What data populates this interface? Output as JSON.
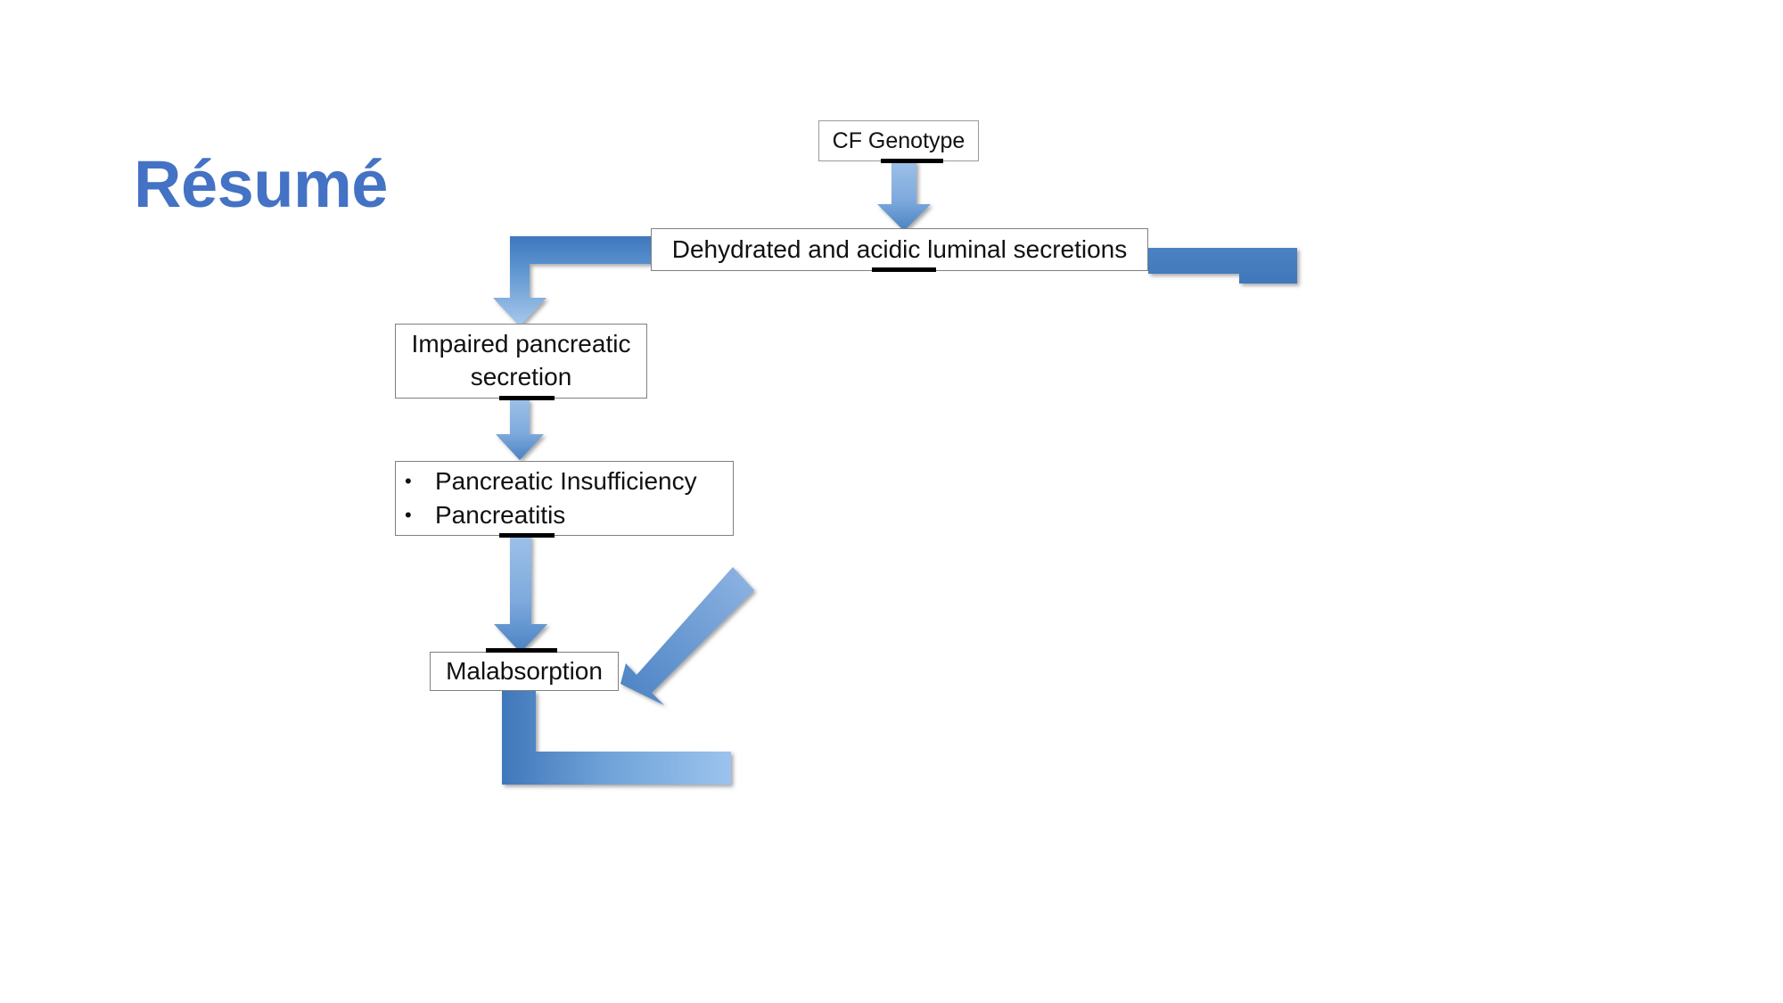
{
  "slide": {
    "title": "Résumé",
    "title_color": "#4472C4",
    "background_color": "#FFFFFF"
  },
  "diagram": {
    "type": "flowchart",
    "box_border_color": "#808080",
    "box_fill_color": "#FFFFFF",
    "arrow_color": "#4A7EBB",
    "arrow_color_light": "#8FB4E3",
    "nodes": [
      {
        "id": "cf-genotype",
        "label": "CF Genotype"
      },
      {
        "id": "dehydrated",
        "label": "Dehydrated and acidic luminal secretions"
      },
      {
        "id": "impaired",
        "label": "Impaired pancreatic secretion"
      },
      {
        "id": "bullets",
        "label": "Pancreatic Insufficiency / Pancreatitis",
        "bullets": [
          {
            "mark": "•",
            "text": "Pancreatic Insufficiency"
          },
          {
            "mark": "•",
            "text": "Pancreatitis"
          }
        ]
      },
      {
        "id": "malabsorption",
        "label": "Malabsorption"
      }
    ],
    "connectors": [
      {
        "id": "cf-to-dehydrated",
        "from": "cf-genotype",
        "to": "dehydrated",
        "shape": "straight-down-arrow"
      },
      {
        "id": "dehydrated-to-impaired",
        "from": "dehydrated",
        "to": "impaired",
        "shape": "elbow-left-down-arrow"
      },
      {
        "id": "dehydrated-right-branch",
        "from": "dehydrated",
        "to": "",
        "shape": "horizontal-bar-right-offslide"
      },
      {
        "id": "impaired-to-bullets",
        "from": "impaired",
        "to": "bullets",
        "shape": "straight-down-arrow"
      },
      {
        "id": "bullets-to-malabsorption",
        "from": "bullets",
        "to": "malabsorption",
        "shape": "straight-down-arrow"
      },
      {
        "id": "diagonal-to-malabsorption",
        "from": "",
        "to": "malabsorption",
        "shape": "diagonal-down-left-arrow"
      },
      {
        "id": "malabsorption-branch",
        "from": "malabsorption",
        "to": "",
        "shape": "elbow-down-right-offslide"
      }
    ]
  }
}
